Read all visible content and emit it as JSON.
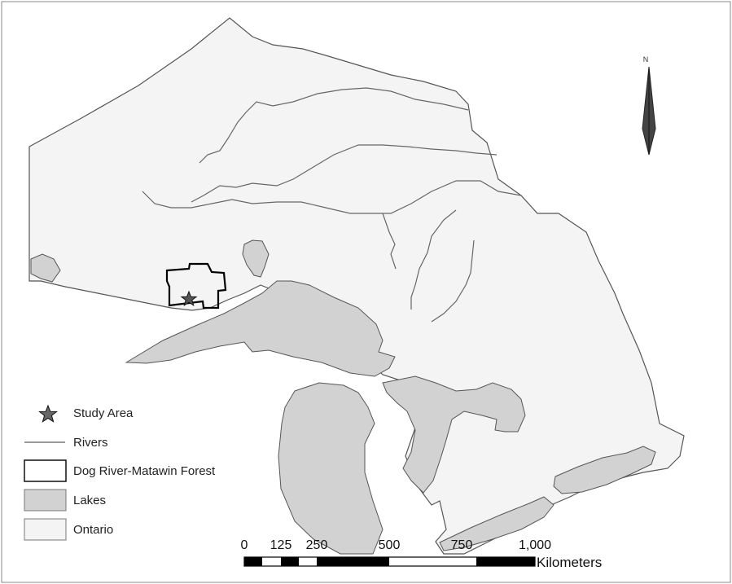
{
  "legend": {
    "items": [
      {
        "symbol": "star-icon",
        "label": "Study Area"
      },
      {
        "symbol": "line",
        "label": "Rivers"
      },
      {
        "symbol": "box-outline",
        "label": "Dog River-Matawin Forest"
      },
      {
        "symbol": "box-gray",
        "label": "Lakes"
      },
      {
        "symbol": "box-light",
        "label": "Ontario"
      }
    ]
  },
  "scale_bar": {
    "ticks": [
      "0",
      "125",
      "250",
      "500",
      "750",
      "1,000"
    ],
    "unit": "Kilometers"
  },
  "north_arrow": {
    "label": "N"
  },
  "colors": {
    "land": "#f4f4f4",
    "lakes": "#d2d2d2",
    "outline": "#555555",
    "forest_outline": "#000000"
  }
}
